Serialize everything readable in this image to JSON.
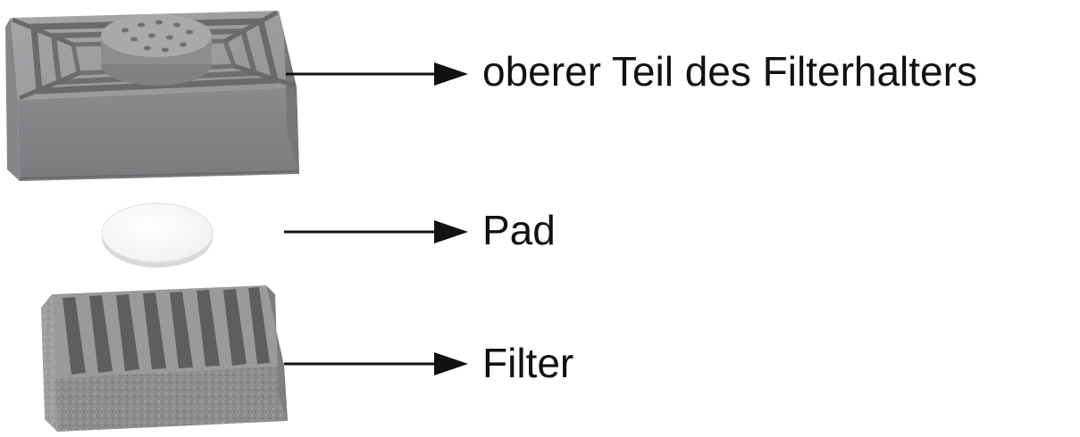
{
  "parts": [
    {
      "id": "top",
      "label": "oberer Teil des Filterhalters",
      "icon": "filter-holder-top-icon"
    },
    {
      "id": "pad",
      "label": "Pad",
      "icon": "pad-disc-icon"
    },
    {
      "id": "filter",
      "label": "Filter",
      "icon": "filter-block-icon"
    }
  ],
  "colors": {
    "part_gray": "#8e8e90",
    "part_dark": "#6f6f72",
    "part_light": "#b4b4b6",
    "pad_white": "#f7f7f7",
    "ink": "#111111"
  }
}
